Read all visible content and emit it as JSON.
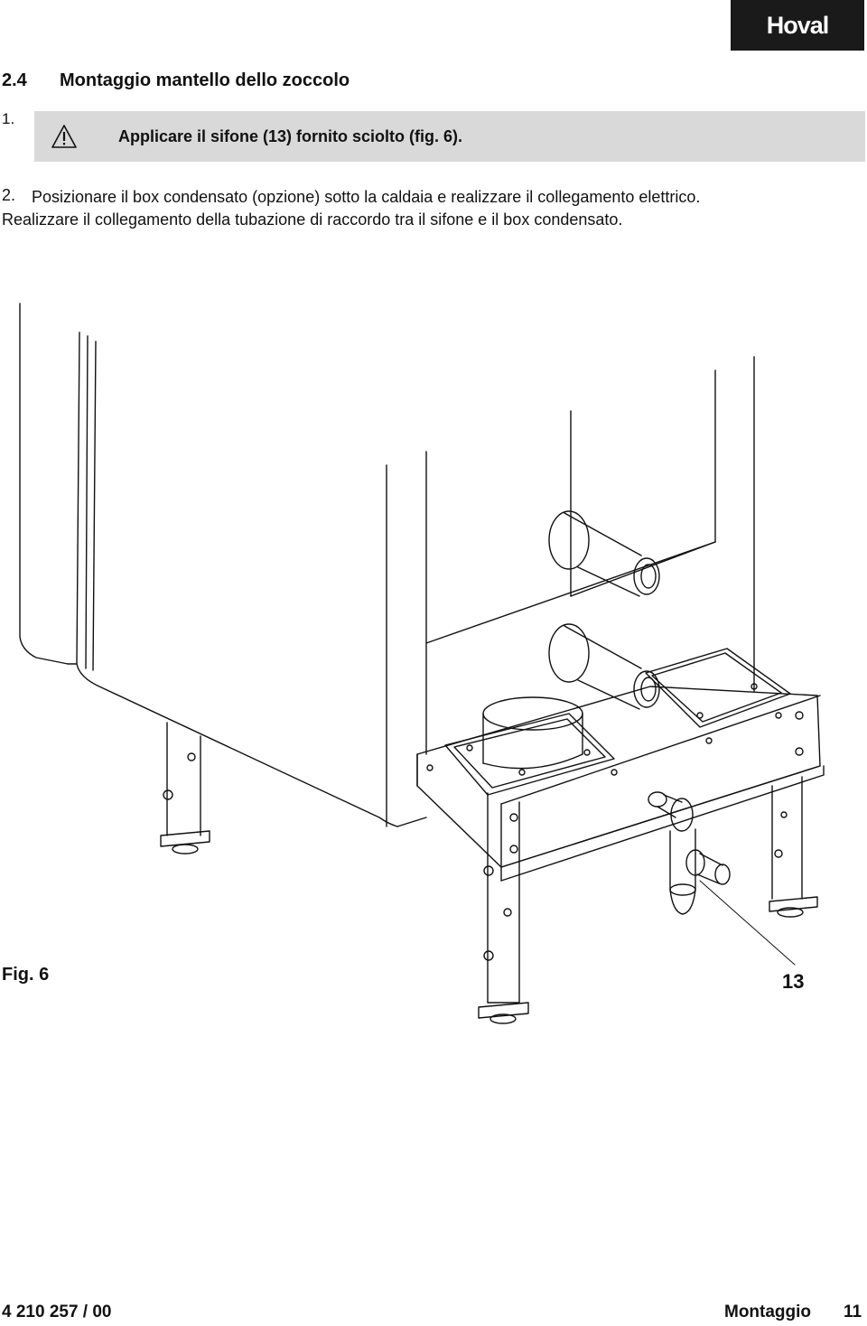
{
  "header": {
    "logo_text": "Hoval"
  },
  "section": {
    "number": "2.4",
    "title": "Montaggio mantello dello zoccolo"
  },
  "steps": [
    {
      "number": "1.",
      "text": "Applicare il sifone (13) fornito sciolto (fig. 6).",
      "icon": "warning-triangle-icon"
    },
    {
      "number": "2.",
      "lines": [
        "Posizionare il box condensato (opzione) sotto la caldaia e realizzare il collegamento elettrico.",
        "Realizzare il collegamento della tubazione di raccordo tra il sifone e il box condensato."
      ]
    }
  ],
  "figure": {
    "label": "Fig. 6",
    "callout": "13"
  },
  "footer": {
    "doc_number": "4 210 257 / 00",
    "section": "Montaggio",
    "page": "11"
  }
}
